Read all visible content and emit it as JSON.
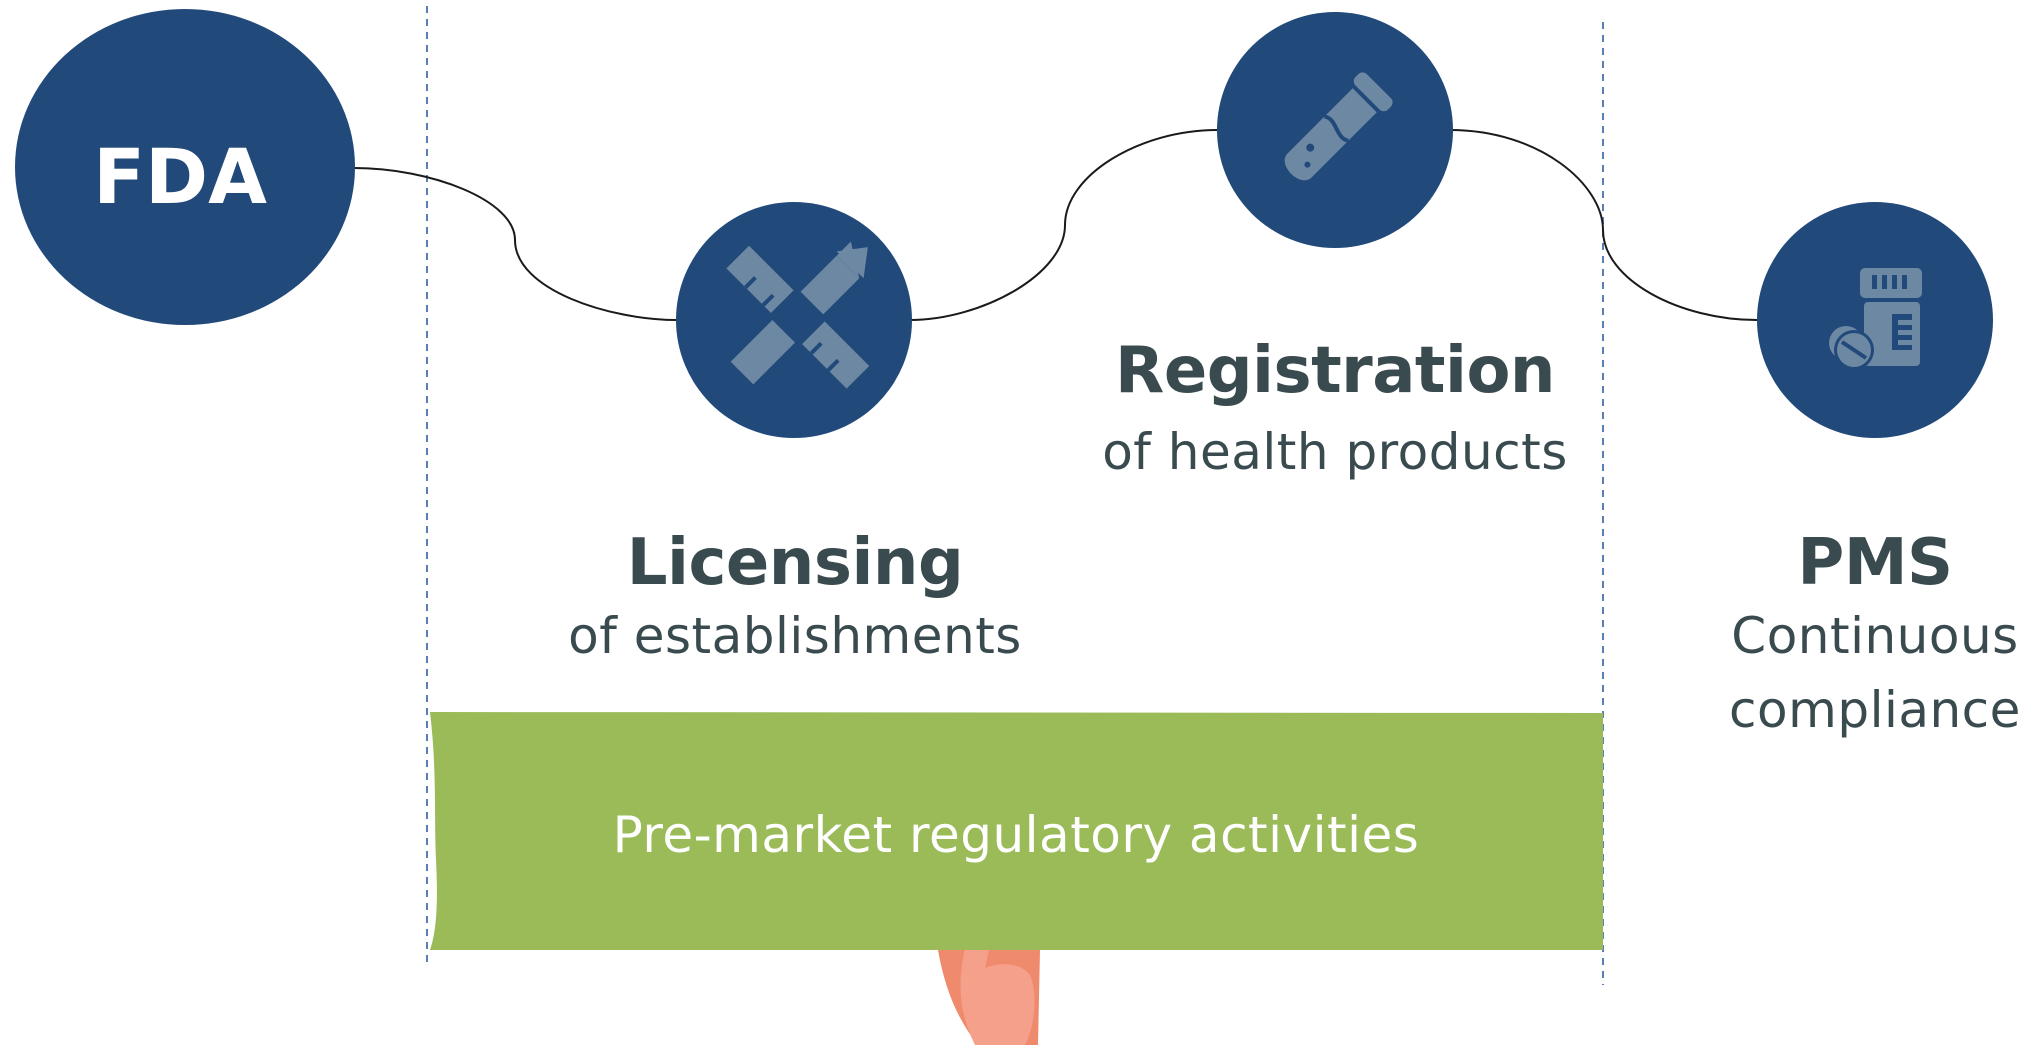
{
  "nodes": {
    "fda": {
      "label": "FDA"
    },
    "licensing": {
      "icon": "pencil-ruler-icon",
      "title": "Licensing",
      "subtitle": "of establishments"
    },
    "registration": {
      "icon": "test-tube-icon",
      "title": "Registration",
      "subtitle": "of health products"
    },
    "pms": {
      "icon": "medicine-bottle-icon",
      "title": "PMS",
      "subtitle_line1": "Continuous",
      "subtitle_line2": "compliance"
    }
  },
  "banner": {
    "label": "Pre-market regulatory activities"
  },
  "colors": {
    "node": "#21497a",
    "icon": "#6d88a3",
    "banner": "#9bbb59",
    "text": "#3a4b4f",
    "divider": "#5b7fb5",
    "hand": "#f4876a"
  }
}
